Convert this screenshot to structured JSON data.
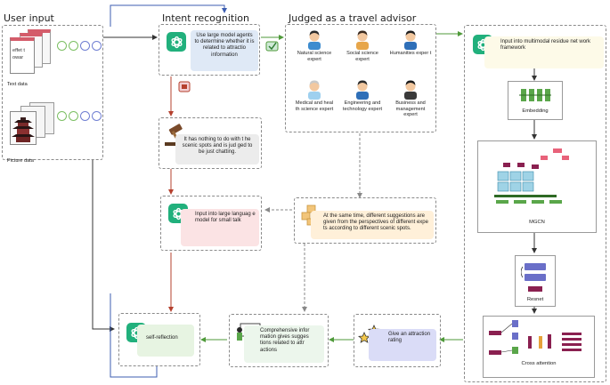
{
  "sections": {
    "user_input": "User input",
    "intent_recognition": "Intent recognition",
    "travel_advisor": "Judged as a travel advisor"
  },
  "user_input": {
    "text_doc_line1": "effet t",
    "text_doc_line2": "owar",
    "text_data_label": "Text data",
    "picture_data_label": "Picture data"
  },
  "intent": {
    "main_text": "Use large model agents to determine whether it is related to attractio information",
    "not_related_text": "It has nothing to do with t he scenic spots and is jud ged to be just chatting.",
    "small_talk_text": "Input into large languag e model for small talk"
  },
  "experts": [
    {
      "label": "Natural science expert",
      "hair": "#2b2b2b",
      "shirt": "#3d8ccf"
    },
    {
      "label": "Social science expert",
      "hair": "#3a2a20",
      "shirt": "#e7a64a"
    },
    {
      "label": "Humanities exper t",
      "hair": "#1f1f1f",
      "shirt": "#2f6fb8"
    },
    {
      "label": "Medical and heal th science expert",
      "hair": "#c9c9c9",
      "shirt": "#9ed0ef"
    },
    {
      "label": "Engineering and technology expert",
      "hair": "#2b2b2b",
      "shirt": "#2f6fb8"
    },
    {
      "label": "Business and management expert",
      "hair": "#1a1a1a",
      "shirt": "#3a3a3a"
    }
  ],
  "suggestions_text": "At the same time, different suggestions are given from the perspectives of different expe ts according to different scenic spots.",
  "pipeline": {
    "input_text": "Input into multimodal residue net work framework",
    "embedding_label": "Embedding",
    "mgcn_label": "MGCN",
    "resnet_label": "Resnet",
    "cross_attention_label": "Cross attention"
  },
  "bottom": {
    "rating_text": "Give an attraction rating",
    "comprehensive_text": "Comprehensive infor mation gives sugges tions related to attr actions",
    "self_reflection_text": "self-reflection"
  },
  "colors": {
    "gpt_green": "#21b07c",
    "arrow_dark": "#333333",
    "arrow_red": "#b5402e",
    "arrow_green": "#4f9a3a",
    "arrow_blue": "#3c5db0",
    "pill_blue": "#dfe9f6",
    "pill_grey": "#ececec",
    "pill_pink": "#fbe3e4",
    "pill_peach": "#fff0d9",
    "pill_lavender": "#dadcf7",
    "pill_light": "#ecf6ec",
    "pill_yellowish": "#fdfae8"
  }
}
